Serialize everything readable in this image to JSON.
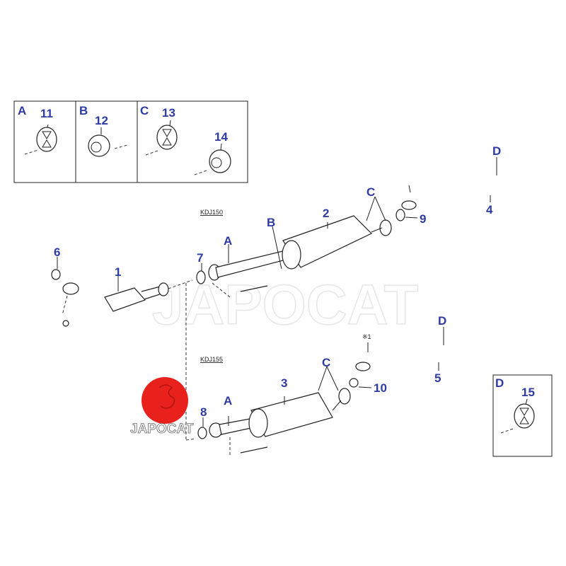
{
  "diagram": {
    "insets": [
      {
        "letter": "A",
        "part": "11"
      },
      {
        "letter": "B",
        "part": "12"
      },
      {
        "letter": "C",
        "part": "13",
        "part2": "14"
      },
      {
        "letter": "D",
        "part": "15"
      }
    ],
    "models": {
      "upper": "KDJ150",
      "lower": "KDJ155"
    },
    "callouts": {
      "p1": "1",
      "p2": "2",
      "p3": "3",
      "p4": "4",
      "p5": "5",
      "p6": "6",
      "p7": "7",
      "p8": "8",
      "p9": "9",
      "p10": "10",
      "a_upper": "A",
      "b_upper": "B",
      "c_upper": "C",
      "d_upper": "D",
      "a_lower": "A",
      "c_lower": "C",
      "d_lower": "D"
    },
    "note": "※1",
    "watermark": "JAPOCAT",
    "logo_text": "JAPOCAT",
    "colors": {
      "label": "#2e3aa6",
      "logo": "#e8211d"
    }
  }
}
